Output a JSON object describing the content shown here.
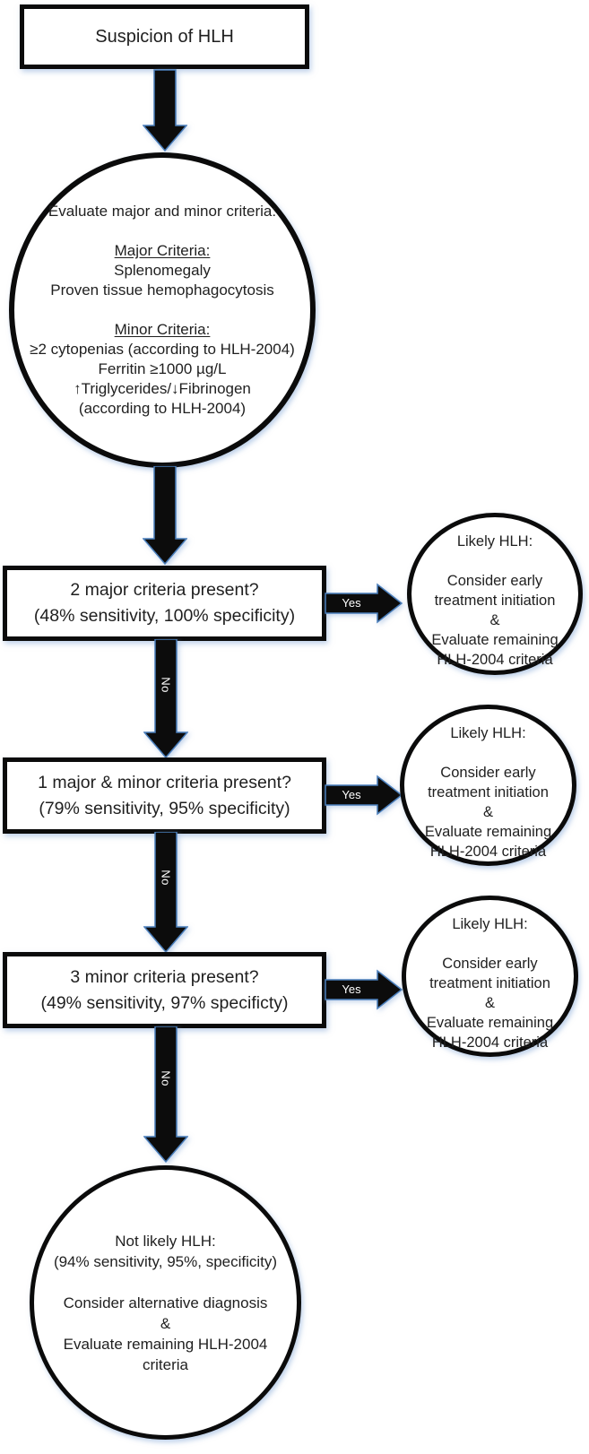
{
  "flowchart": {
    "start_box": {
      "label": "Suspicion of HLH"
    },
    "criteria_circle": {
      "intro": "Evaluate major and minor criteria:",
      "major_heading": "Major Criteria:",
      "major_items": "Splenomegaly\nProven tissue hemophagocytosis",
      "minor_heading": "Minor Criteria:",
      "minor_items": "≥2 cytopenias (according to HLH-2004)\nFerritin ≥1000 µg/L\n↑Triglycerides/↓Fibrinogen\n(according to HLH-2004)"
    },
    "decisions": [
      {
        "question": "2 major criteria present?",
        "stats": "(48% sensitivity, 100% specificity)",
        "yes_label": "Yes",
        "no_label": "No"
      },
      {
        "question": "1 major & minor criteria present?",
        "stats": "(79% sensitivity, 95% specificity)",
        "yes_label": "Yes",
        "no_label": "No"
      },
      {
        "question": "3 minor criteria present?",
        "stats": "(49% sensitivity, 97% specificty)",
        "yes_label": "Yes",
        "no_label": "No"
      }
    ],
    "likely_outcome": {
      "title": "Likely HLH:",
      "body": "Consider early\ntreatment initiation\n&\nEvaluate remaining\nHLH-2004 criteria"
    },
    "not_likely_outcome": {
      "title": "Not likely HLH:",
      "stats": "(94% sensitivity, 95%, specificity)",
      "body": "Consider alternative diagnosis\n&\nEvaluate remaining HLH-2004\ncriteria"
    },
    "colors": {
      "shape_outline": "#0b0b0b",
      "arrow_fill": "#0c0c0c",
      "arrow_accent_outline": "#4a7ebb",
      "connector_label_text": "#ffffff",
      "text": "#1f1f1f",
      "shape_fill": "#ffffff"
    }
  }
}
